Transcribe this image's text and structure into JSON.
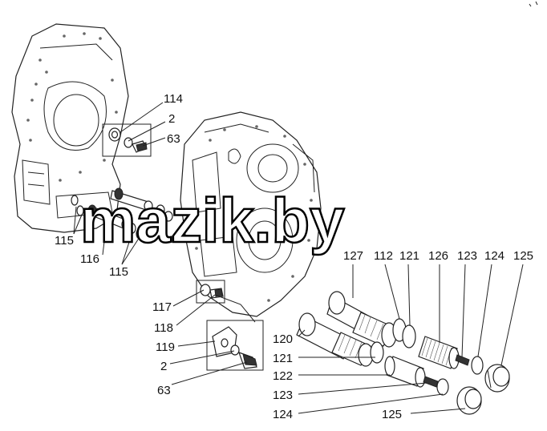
{
  "watermark": "mazik.by",
  "labels": {
    "l114": "114",
    "l2a": "2",
    "l63a": "63",
    "l115a": "115",
    "l116": "116",
    "l115b": "115",
    "l117": "117",
    "l118": "118",
    "l119": "119",
    "l2b": "2",
    "l63b": "63",
    "l127": "127",
    "l112": "112",
    "l121a": "121",
    "l126": "126",
    "l123a": "123",
    "l124a": "124",
    "l125a": "125",
    "l120": "120",
    "l121b": "121",
    "l122": "122",
    "l123b": "123",
    "l124b": "124",
    "l125b": "125"
  }
}
